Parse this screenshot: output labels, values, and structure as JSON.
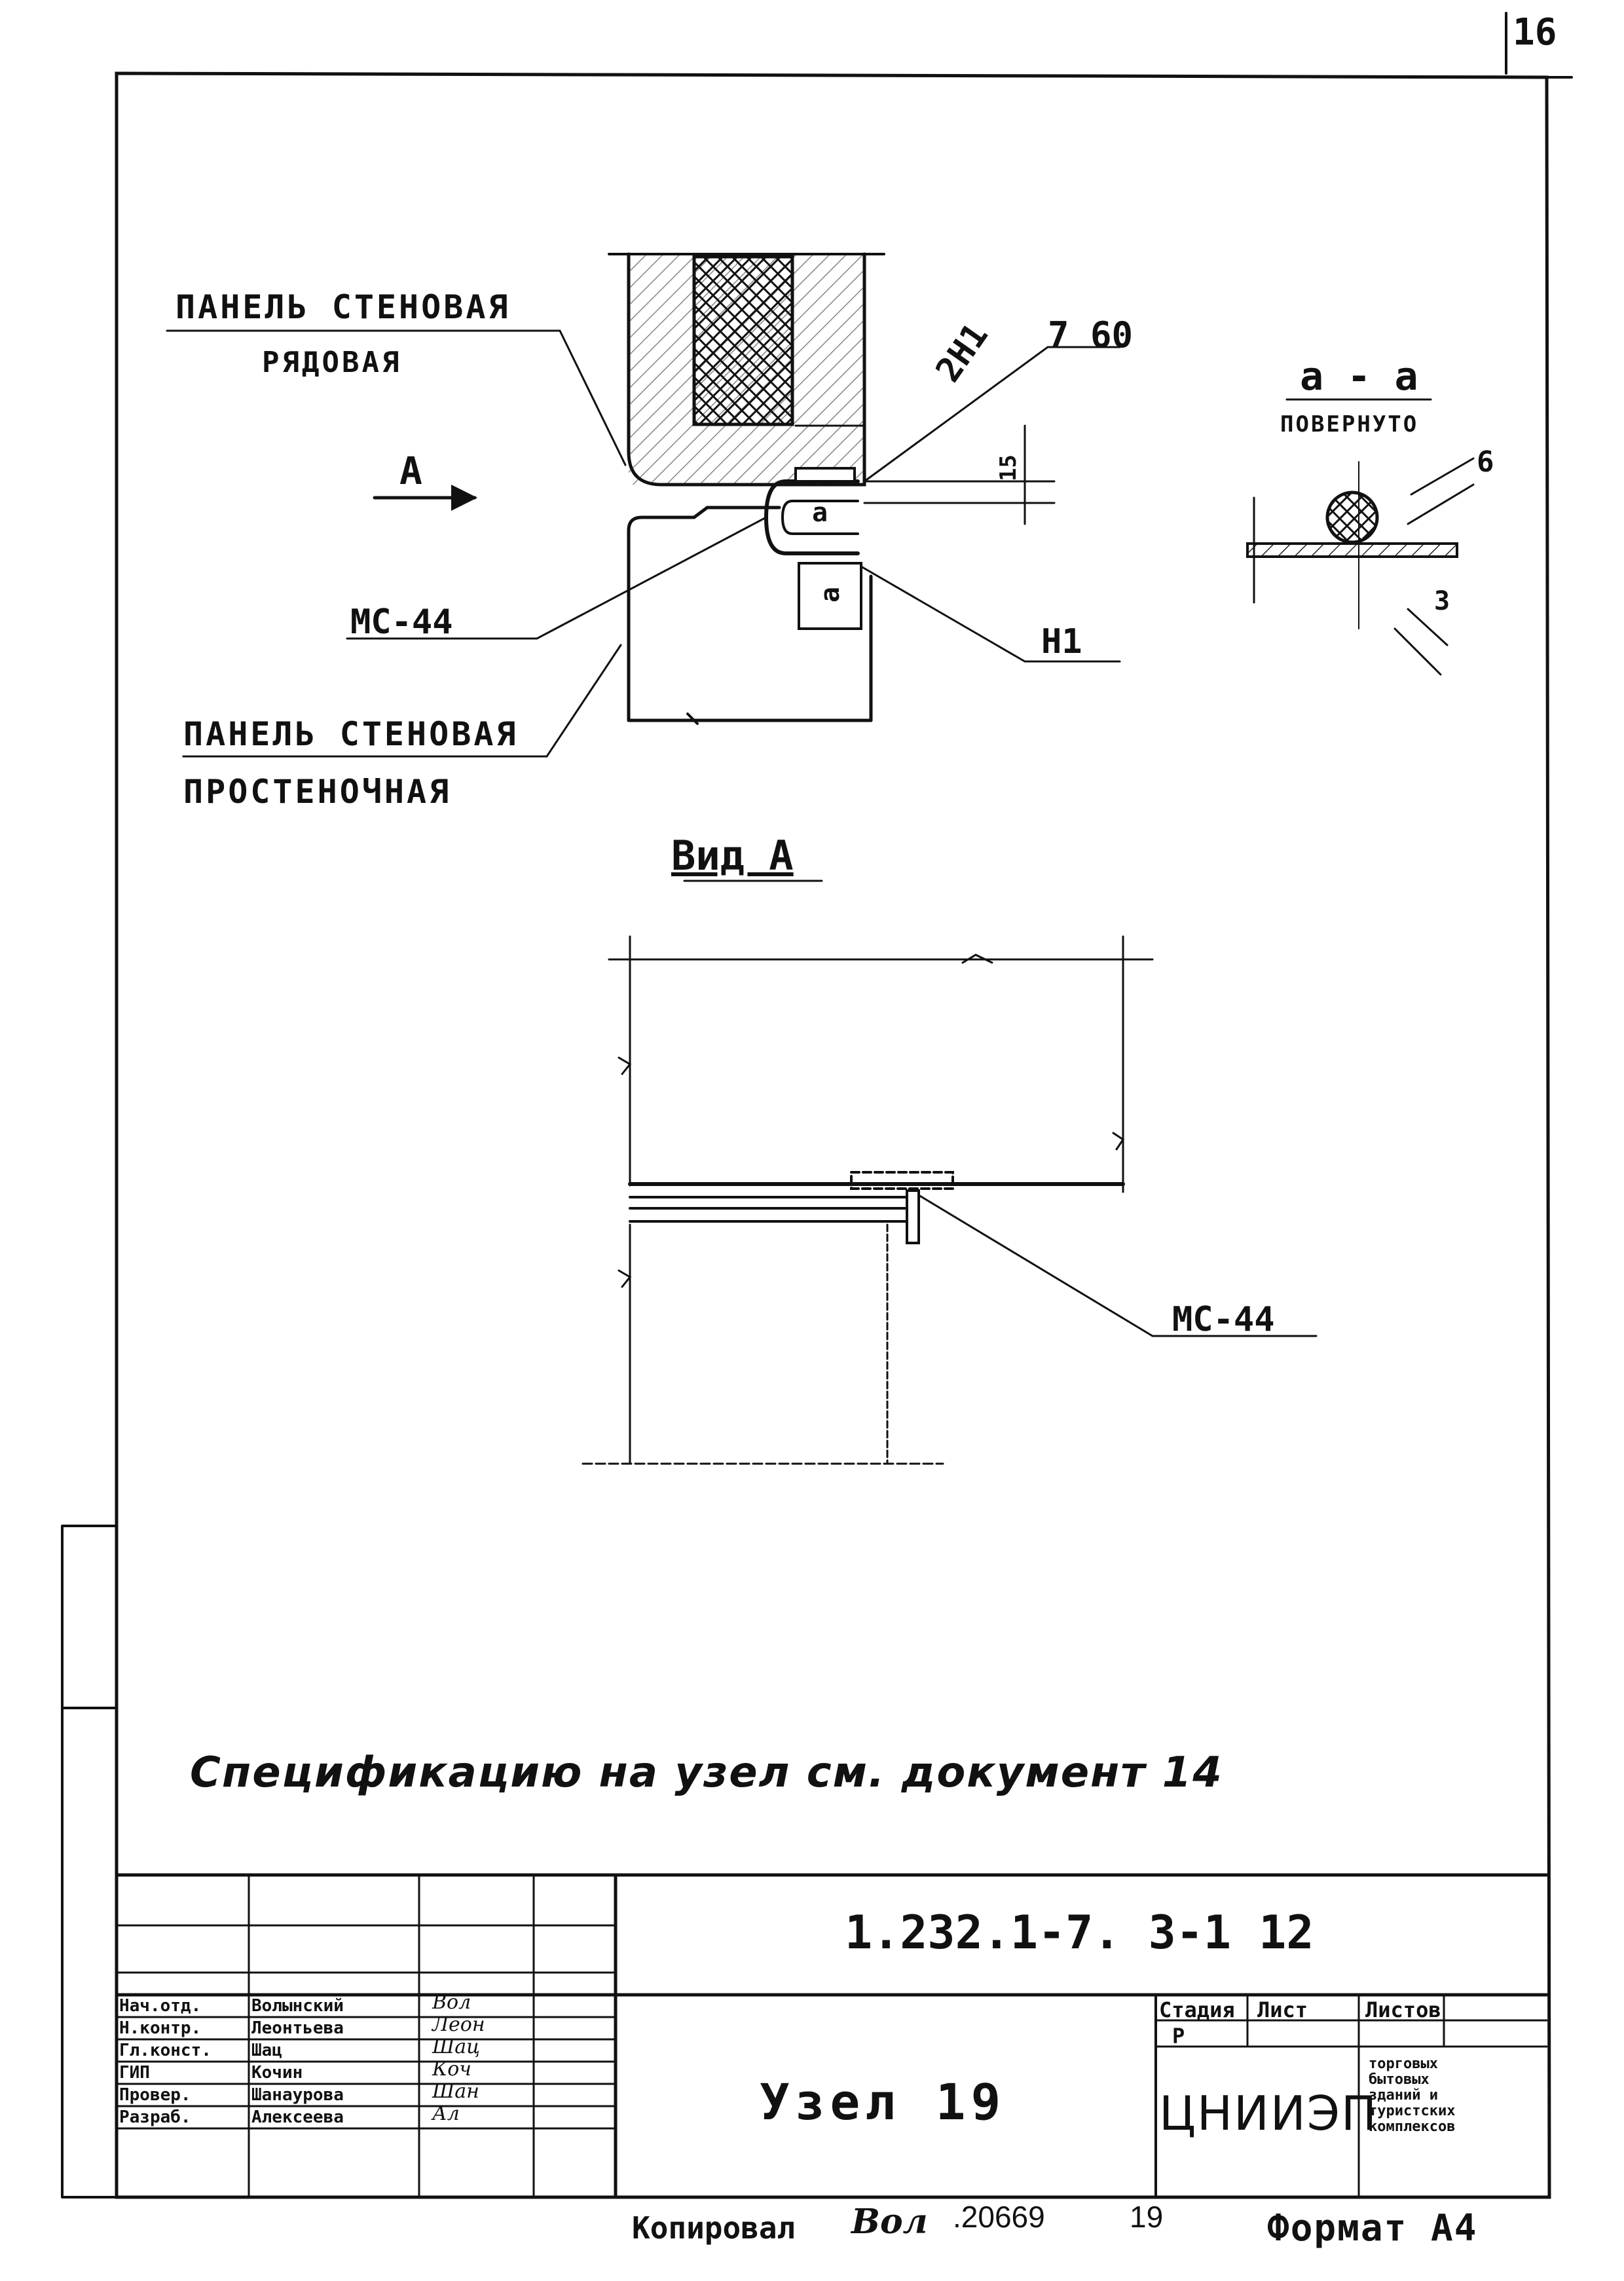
{
  "sheet": {
    "page_number": "16",
    "drawing": {
      "label_panel_row_1": "ПАНЕЛЬ СТЕНОВАЯ",
      "label_panel_row_2": "РЯДОВАЯ",
      "label_panel_wall_1": "ПАНЕЛЬ СТЕНОВАЯ",
      "label_panel_wall_2": "ПРОСТЕНОЧНАЯ",
      "label_2n1": "2Н1",
      "label_weld": "7 60",
      "label_dim_15": "15",
      "label_arrow_a": "А",
      "label_mc44_top": "МС-44",
      "label_n1": "Н1",
      "label_a_inner_1": "а",
      "label_a_inner_2": "а",
      "section_title": "а - а",
      "section_subtitle": "ПОВЕРНУТО",
      "dim_6": "6",
      "dim_3": "3",
      "view_title": "Вид А",
      "label_mc44_view": "МС-44"
    },
    "spec_note": "Спецификацию на узел см. документ 14",
    "title_block": {
      "designation": "1.232.1-7. 3-1  12",
      "node_title": "Узел 19",
      "roles": [
        "Нач.отд.",
        "Н.контр.",
        "Гл.конст.",
        "ГИП",
        "Провер.",
        "Разраб."
      ],
      "names": [
        "Волынский",
        "Леонтьева",
        "Шац",
        "Кочин",
        "Шанаурова",
        "Алексеева"
      ],
      "signatures": [
        "Вол",
        "Леон",
        "Шац",
        "Коч",
        "Шан",
        "Ал"
      ],
      "stage_header": "Стадия",
      "sheet_header": "Лист",
      "sheets_header": "Листов",
      "stage_value": "Р",
      "org": "ЦНИИЭП",
      "org_desc": [
        "торговых",
        "бытовых",
        "зданий и",
        "туристских",
        "комплексов"
      ]
    },
    "footer": {
      "copied_label": "Копировал",
      "copied_sign": "Вол",
      "order_number": ".20669",
      "page_small": "19",
      "format": "Формат А4"
    }
  }
}
